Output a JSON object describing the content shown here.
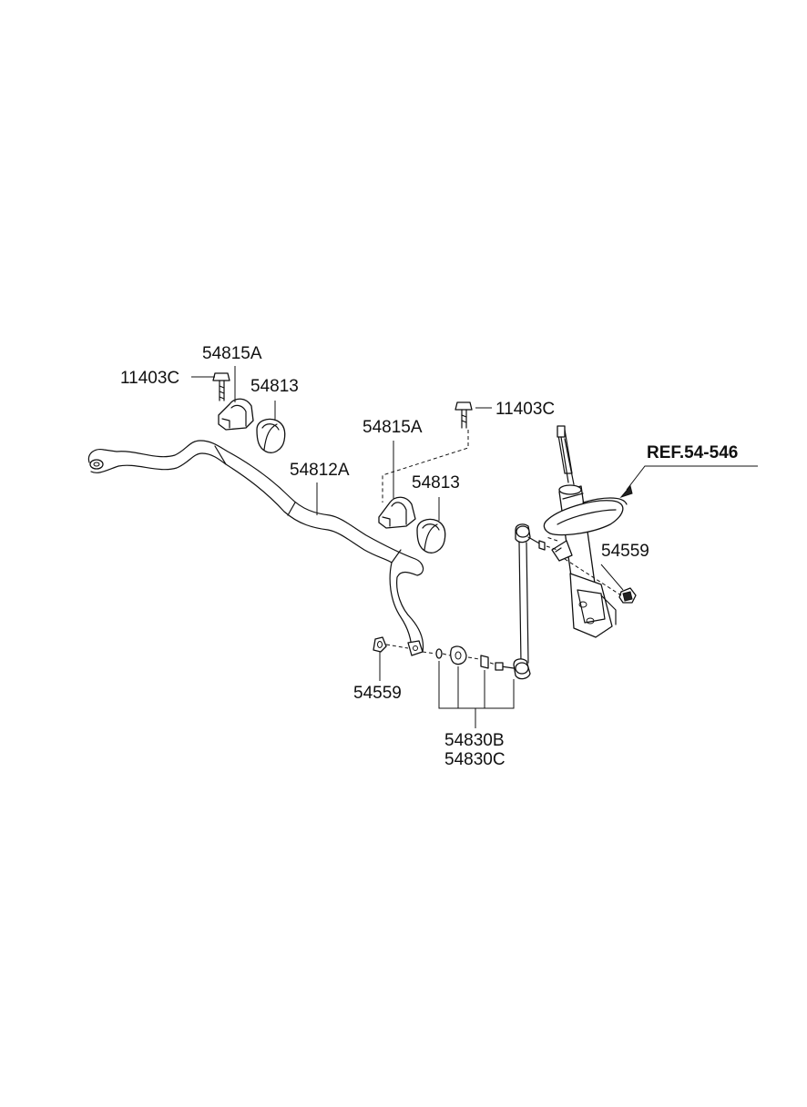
{
  "labels": {
    "bolt_left": "11403C",
    "bracket_left": "54815A",
    "bushing_left": "54813",
    "bolt_right": "11403C",
    "bracket_right": "54815A",
    "bushing_right": "54813",
    "stabilizer_bar": "54812A",
    "nut_right": "54559",
    "nut_left": "54559",
    "link_b": "54830B",
    "link_c": "54830C",
    "reference": "REF.54-546"
  }
}
